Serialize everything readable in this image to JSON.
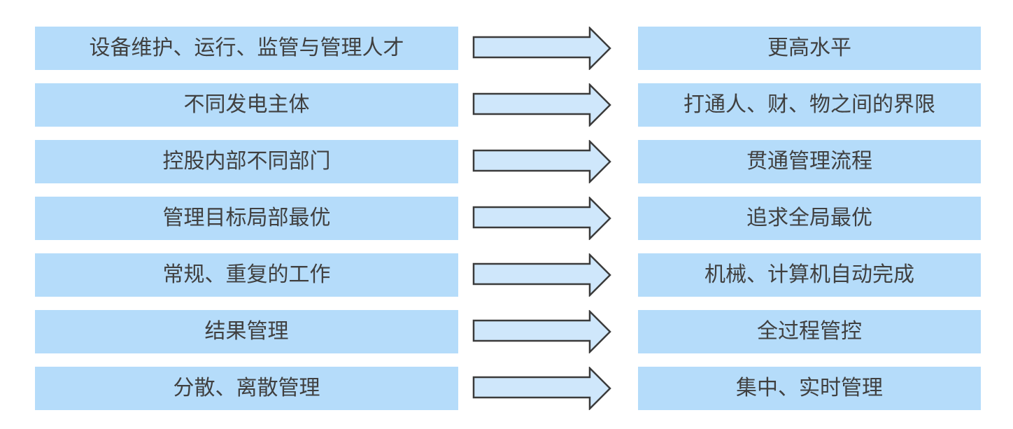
{
  "diagram": {
    "title": "",
    "rows": [
      {
        "left": "设备维护、运行、监管与管理人才",
        "right": "更高水平"
      },
      {
        "left": "不同发电主体",
        "right": "打通人、财、物之间的界限"
      },
      {
        "left": "控股内部不同部门",
        "right": "贯通管理流程"
      },
      {
        "left": "管理目标局部最优",
        "right": "追求全局最优"
      },
      {
        "left": "常规、重复的工作",
        "right": "机械、计算机自动完成"
      },
      {
        "left": "结果管理",
        "right": "全过程管控"
      },
      {
        "left": "分散、离散管理",
        "right": "集中、实时管理"
      }
    ]
  },
  "colors": {
    "box_fill": "#B5DCFA",
    "arrow_fill": "#CFE7FB",
    "arrow_border": "#3B3B3B",
    "text": "#404040",
    "background": "#FFFFFF"
  }
}
